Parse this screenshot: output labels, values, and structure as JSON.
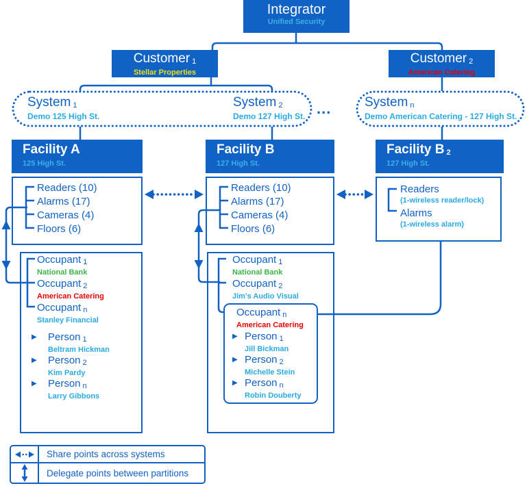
{
  "palette": {
    "blue": "#1062C5",
    "light_blue": "#3FAFE6",
    "cyan": "#29ABE2",
    "green": "#3BB54A",
    "red": "#E60000",
    "yellow": "#F0E10A",
    "white": "#FFFFFF"
  },
  "icons": {
    "person_bullet": "▶",
    "ellipsis": "...",
    "share_icon": "dotted-double-horizontal-arrow",
    "delegate_icon": "solid-double-vertical-arrow"
  },
  "integrator": {
    "title": "Integrator",
    "subtitle": "Unified Security"
  },
  "customers": [
    {
      "label": "Customer",
      "sub": "1",
      "name": "Stellar Properties",
      "name_color": "yellow"
    },
    {
      "label": "Customer",
      "sub": "2",
      "name": "American Catering",
      "name_color": "red"
    }
  ],
  "systems": [
    {
      "label": "System",
      "sub": "1",
      "name": "Demo 125 High St."
    },
    {
      "label": "System",
      "sub": "2",
      "name": "Demo 127 High St."
    },
    {
      "label": "System",
      "sub": "n",
      "name": "Demo American Catering - 127 High St."
    }
  ],
  "facilities": [
    {
      "title": "Facility A",
      "sub": "",
      "address": "125 High St.",
      "points": [
        "Readers (10)",
        "Alarms (17)",
        "Cameras (4)",
        "Floors (6)"
      ],
      "occupants": [
        {
          "label": "Occupant",
          "sub": "1",
          "name": "National Bank",
          "name_color": "green"
        },
        {
          "label": "Occupant",
          "sub": "2",
          "name": "American Catering",
          "name_color": "red"
        },
        {
          "label": "Occupant",
          "sub": "n",
          "name": "Stanley Financial",
          "name_color": "cyan"
        }
      ],
      "persons": [
        {
          "label": "Person",
          "sub": "1",
          "name": "Beltram Hickman"
        },
        {
          "label": "Person",
          "sub": "2",
          "name": "Kim Pardy"
        },
        {
          "label": "Person",
          "sub": "n",
          "name": "Larry Gibbons"
        }
      ]
    },
    {
      "title": "Facility B",
      "sub": "",
      "address": "127 High St.",
      "points": [
        "Readers (10)",
        "Alarms (17)",
        "Cameras (4)",
        "Floors (6)"
      ],
      "occupants": [
        {
          "label": "Occupant",
          "sub": "1",
          "name": "National Bank",
          "name_color": "green"
        },
        {
          "label": "Occupant",
          "sub": "2",
          "name": "Jim's Audio Visual",
          "name_color": "cyan"
        }
      ],
      "nested_occupant": {
        "label": "Occupant",
        "sub": "n",
        "name": "American Catering",
        "name_color": "red"
      },
      "persons": [
        {
          "label": "Person",
          "sub": "1",
          "name": "Jill Bickman"
        },
        {
          "label": "Person",
          "sub": "2",
          "name": "Michelle Stein"
        },
        {
          "label": "Person",
          "sub": "n",
          "name": "Robin Douberty"
        }
      ]
    },
    {
      "title": "Facility B",
      "sub": "2",
      "address": "127 High St.",
      "points_detail": [
        {
          "label": "Readers",
          "note": "(1-wireless reader/lock)"
        },
        {
          "label": "Alarms",
          "note": "(1-wireless alarm)"
        }
      ]
    }
  ],
  "legend": [
    {
      "icon": "dotted-double-horizontal-arrow",
      "text": "Share points across systems"
    },
    {
      "icon": "solid-double-vertical-arrow",
      "text": "Delegate points between partitions"
    }
  ]
}
